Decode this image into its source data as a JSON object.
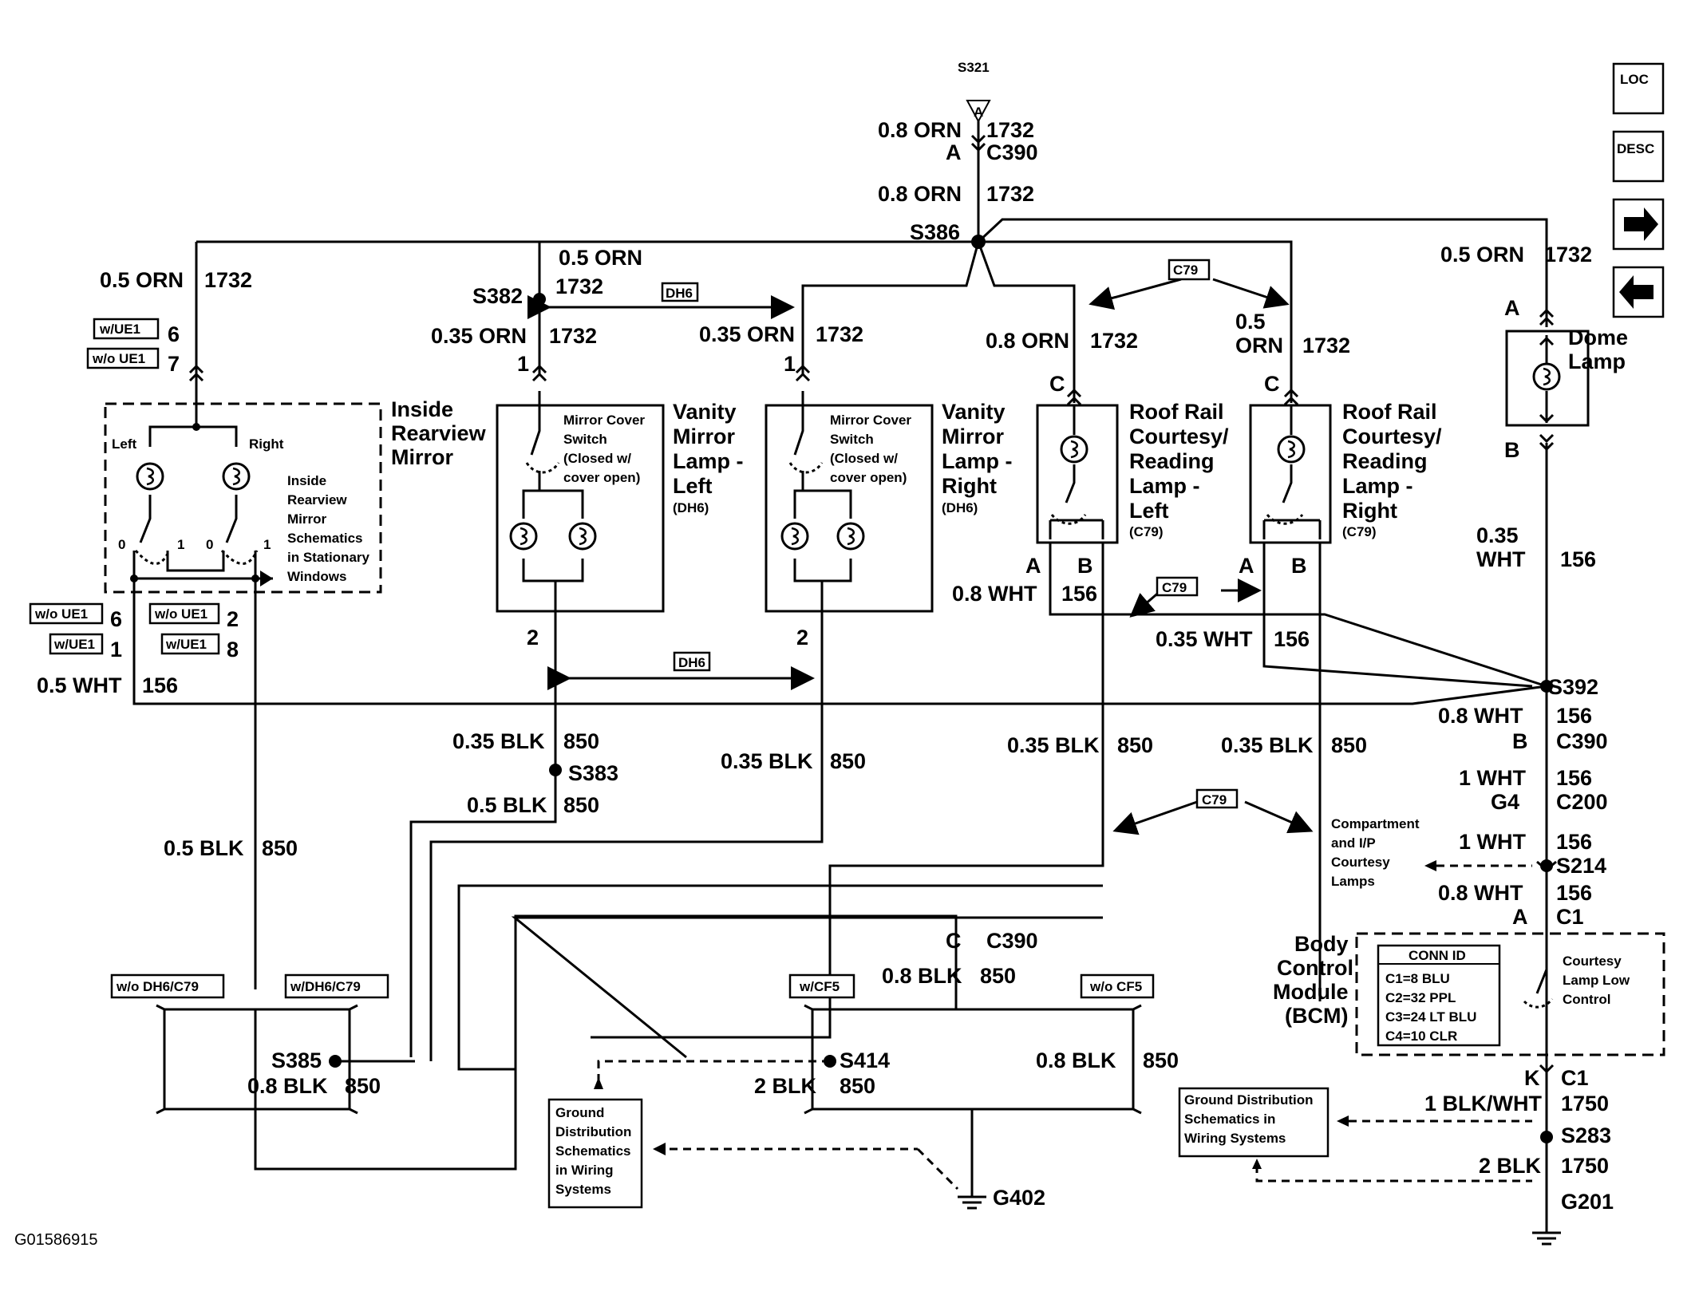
{
  "figure_id": "G01586915",
  "nav": {
    "loc": "LOC",
    "desc": "DESC",
    "next": "→",
    "prev": "←"
  },
  "top": {
    "s321": "S321",
    "s321_pin": "A",
    "w1": "0.8 ORN",
    "c1": "1732",
    "pinA": "A",
    "c390": "C390",
    "w2": "0.8 ORN",
    "c2": "1732",
    "s386": "S386"
  },
  "left_branch": {
    "w": "0.5 ORN",
    "c": "1732",
    "ue1_tag": "w/UE1",
    "ue1_pin": "6",
    "noue1_tag": "w/o UE1",
    "noue1_pin": "7"
  },
  "mirror": {
    "title1": "Inside",
    "title2": "Rearview",
    "title3": "Mirror",
    "left": "Left",
    "right": "Right",
    "zero": "0",
    "one": "1",
    "zero2": "0",
    "one2": "1",
    "note1": "Inside",
    "note2": "Rearview",
    "note3": "Mirror",
    "note4": "Schematics",
    "note5": "in Stationary",
    "note6": "Windows",
    "t1": "w/o UE1",
    "p1": "6",
    "t2": "w/o UE1",
    "p2": "2",
    "t3": "w/UE1",
    "p3": "1",
    "t4": "w/UE1",
    "p4": "8",
    "gw": "0.5 WHT",
    "gc": "156",
    "bw": "0.5 BLK",
    "bc": "850"
  },
  "vanity_top": {
    "w": "0.5 ORN",
    "s382": "S382",
    "c": "1732",
    "dh6": "DH6",
    "lw": "0.35 ORN",
    "lc": "1732",
    "rw": "0.35 ORN",
    "rc": "1732",
    "pin1l": "1",
    "pin1r": "1"
  },
  "vanity_left": {
    "sw1": "Mirror Cover",
    "sw2": "Switch",
    "sw3": "(Closed w/",
    "sw4": "cover open)",
    "t1": "Vanity",
    "t2": "Mirror",
    "t3": "Lamp -",
    "t4": "Left",
    "t5": "(DH6)",
    "pin2": "2"
  },
  "vanity_right": {
    "sw1": "Mirror Cover",
    "sw2": "Switch",
    "sw3": "(Closed w/",
    "sw4": "cover open)",
    "t1": "Vanity",
    "t2": "Mirror",
    "t3": "Lamp -",
    "t4": "Right",
    "t5": "(DH6)",
    "pin2": "2"
  },
  "vanity_bottom": {
    "dh6": "DH6",
    "lw": "0.35 BLK",
    "lc": "850",
    "s383": "S383",
    "lw2": "0.5 BLK",
    "lc2": "850",
    "rw": "0.35 BLK",
    "rc": "850"
  },
  "roof": {
    "c79": "C79",
    "lw": "0.8 ORN",
    "lc": "1732",
    "rw1": "0.5",
    "rw2": "ORN",
    "rc": "1732",
    "pinC": "C",
    "pinC2": "C",
    "l1": "Roof Rail",
    "l2": "Courtesy/",
    "l3": "Reading",
    "l4": "Lamp -",
    "l5": "Left",
    "l6": "(C79)",
    "r1": "Roof Rail",
    "r2": "Courtesy/",
    "r3": "Reading",
    "r4": "Lamp -",
    "r5": "Right",
    "r6": "(C79)",
    "pa": "A",
    "pb": "B",
    "pa2": "A",
    "pb2": "B",
    "ww": "0.8 WHT",
    "wc": "156",
    "c79b": "C79",
    "ww2": "0.35 WHT",
    "wc2": "156",
    "bw": "0.35 BLK",
    "bc": "850",
    "bw2": "0.35 BLK",
    "bc2": "850",
    "c79c": "C79",
    "comp1": "Compartment",
    "comp2": "and I/P",
    "comp3": "Courtesy",
    "comp4": "Lamps"
  },
  "dome": {
    "w": "0.5 ORN",
    "c": "1732",
    "pinA": "A",
    "t1": "Dome",
    "t2": "Lamp",
    "pinB": "B",
    "w2a": "0.35",
    "w2b": "WHT",
    "c2": "156"
  },
  "right_col": {
    "s392": "S392",
    "w1": "0.8 WHT",
    "c1": "156",
    "pB": "B",
    "c390": "C390",
    "w2": "1 WHT",
    "c2": "156",
    "g4": "G4",
    "c200": "C200",
    "w3": "1 WHT",
    "c3": "156",
    "s214": "S214",
    "w4": "0.8 WHT",
    "c4": "156",
    "pA": "A",
    "c1c": "C1"
  },
  "bcm": {
    "t1": "Body",
    "t2": "Control",
    "t3": "Module",
    "t4": "(BCM)",
    "connid": "CONN ID",
    "r1": "C1=8 BLU",
    "r2": "C2=32 PPL",
    "r3": "C3=24 LT BLU",
    "r4": "C4=10 CLR",
    "n1": "Courtesy",
    "n2": "Lamp Low",
    "n3": "Control",
    "pk": "K",
    "kc1": "C1",
    "w5": "1 BLK/WHT",
    "c5": "1750",
    "s283": "S283",
    "w6": "2 BLK",
    "c6": "1750",
    "g201": "G201",
    "gd1": "Ground Distribution",
    "gd2": "Schematics in",
    "gd3": "Wiring Systems"
  },
  "ground": {
    "tl": "w/o DH6/C79",
    "tr": "w/DH6/C79",
    "s385": "S385",
    "w": "0.8 BLK",
    "c": "850",
    "pc": "C",
    "c390": "C390",
    "w2": "0.8 BLK",
    "c2": "850",
    "tcf": "w/CF5",
    "tnocf": "w/o CF5",
    "s414": "S414",
    "w3": "2 BLK",
    "c3": "850",
    "w4": "0.8 BLK",
    "c4": "850",
    "g402": "G402",
    "gd1": "Ground",
    "gd2": "Distribution",
    "gd3": "Schematics",
    "gd4": "in Wiring",
    "gd5": "Systems"
  }
}
